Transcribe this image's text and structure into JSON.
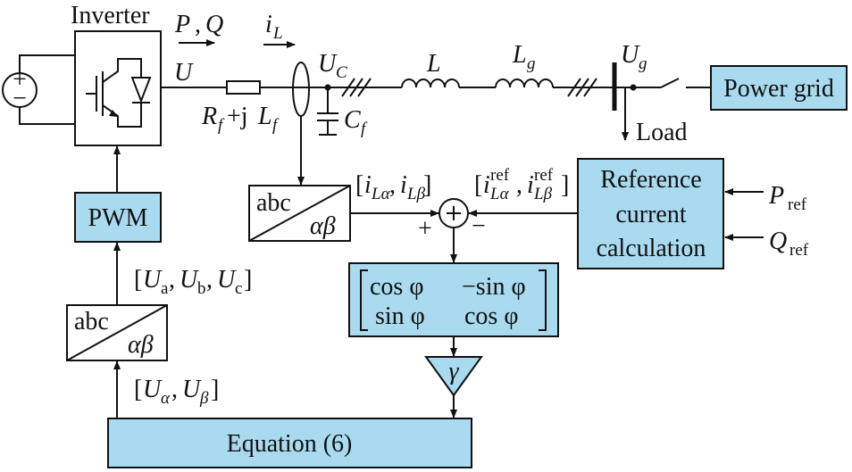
{
  "blocks": {
    "inverter_label": "Inverter",
    "pwm": "PWM",
    "power_grid": "Power grid",
    "equation": "Equation (6)",
    "ref_line1": "Reference",
    "ref_line2": "current",
    "ref_line3": "calculation",
    "abc": "abc",
    "alphabeta": "αβ",
    "gamma": "γ",
    "matrix_r1c1": "cos φ",
    "matrix_r1c2": "−sin φ",
    "matrix_r2c1": "sin φ",
    "matrix_r2c2": "cos φ",
    "sum_plus_left": "+",
    "sum_minus_right": "−"
  },
  "labels": {
    "P": "P",
    "comma": ",",
    "Q": "Q",
    "iL_i": "i",
    "iL_sub": "L",
    "U": "U",
    "UC_U": "U",
    "UC_sub": "C",
    "L": "L",
    "Lg_L": "L",
    "Lg_sub": "g",
    "Ug_U": "U",
    "Ug_sub": "g",
    "Rf_R": "R",
    "Rf_sub": "f",
    "Rf_mid": "+j",
    "Lf_L": "L",
    "Lf_sub": "f",
    "Cf_C": "C",
    "Cf_sub": "f",
    "load": "Load",
    "Pref_P": "P",
    "Pref_sub": "ref",
    "Qref_Q": "Q",
    "Qref_sub": "ref",
    "ref_sup": "ref",
    "i": "i",
    "sub_La": "Lα",
    "sub_Lb": "Lβ",
    "Ua": "a",
    "Ub": "b",
    "Uc": "c",
    "Ualpha": "α",
    "Ubeta": "β"
  }
}
